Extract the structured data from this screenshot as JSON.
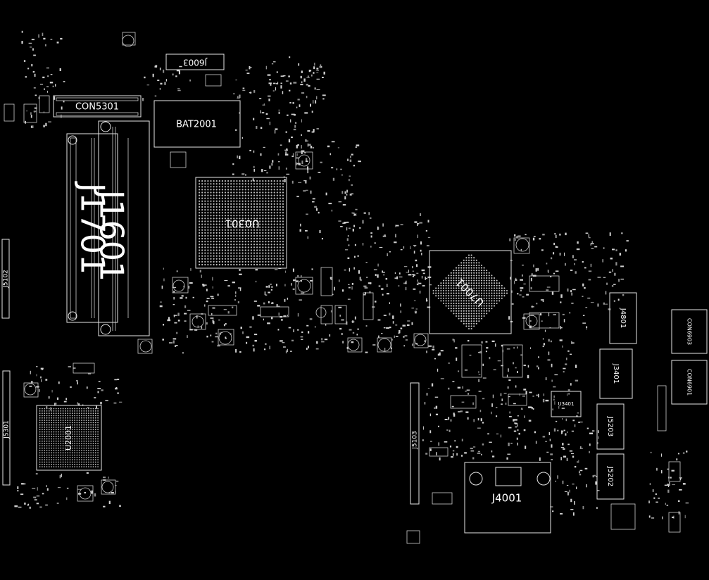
{
  "theme": {
    "background": "#000000",
    "silkscreen": "#ffffff"
  },
  "components": {
    "j1601": "J1601",
    "j1701": "J1701",
    "u0301": "U0301",
    "u7001": "U7001",
    "u2001": "U2001",
    "bat2001": "BAT2001",
    "con5301": "CON5301",
    "j6003": "J6003",
    "j4001": "J4001",
    "j4801": "J4801",
    "j3401": "J3401",
    "j5203": "J5203",
    "j5202": "J5202",
    "con6903": "CON6903",
    "con6901": "CON6901",
    "j5102": "J5102",
    "j5103": "J5103",
    "j5301": "J5301",
    "u3401": "U3401"
  }
}
